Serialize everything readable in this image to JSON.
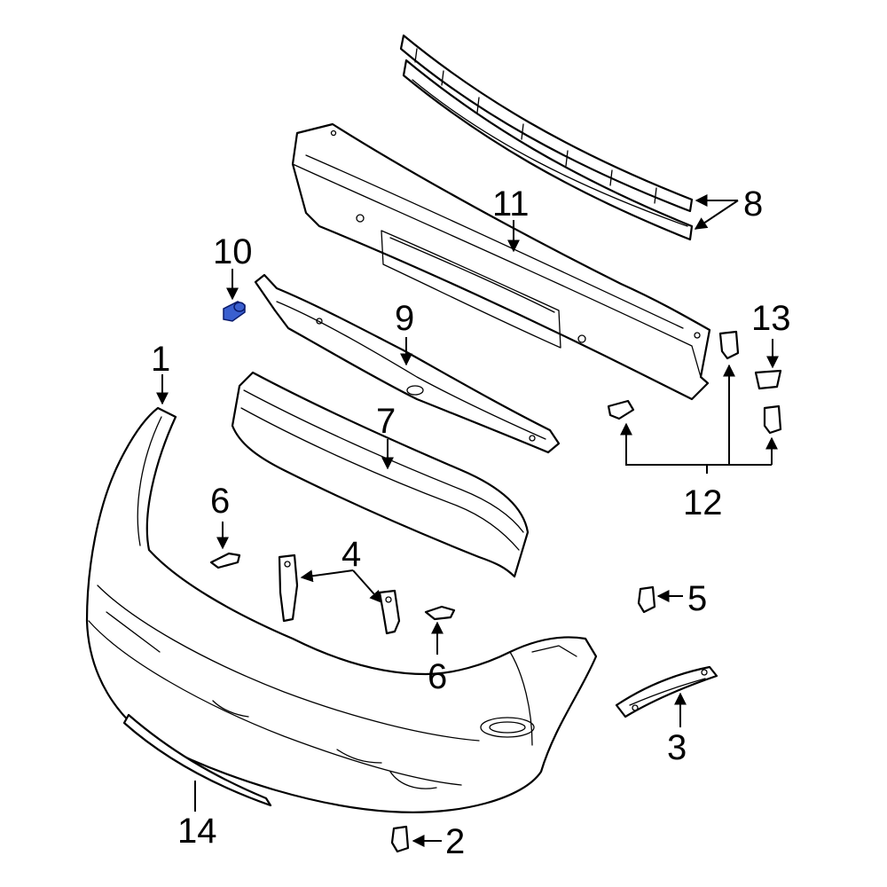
{
  "diagram": {
    "accent_color": "#3a5fcf",
    "highlighted_part": "10",
    "callouts": {
      "c1": "1",
      "c2": "2",
      "c3": "3",
      "c4": "4",
      "c5": "5",
      "c6a": "6",
      "c6b": "6",
      "c7": "7",
      "c8": "8",
      "c9": "9",
      "c10": "10",
      "c11": "11",
      "c12": "12",
      "c13": "13",
      "c14": "14"
    }
  }
}
